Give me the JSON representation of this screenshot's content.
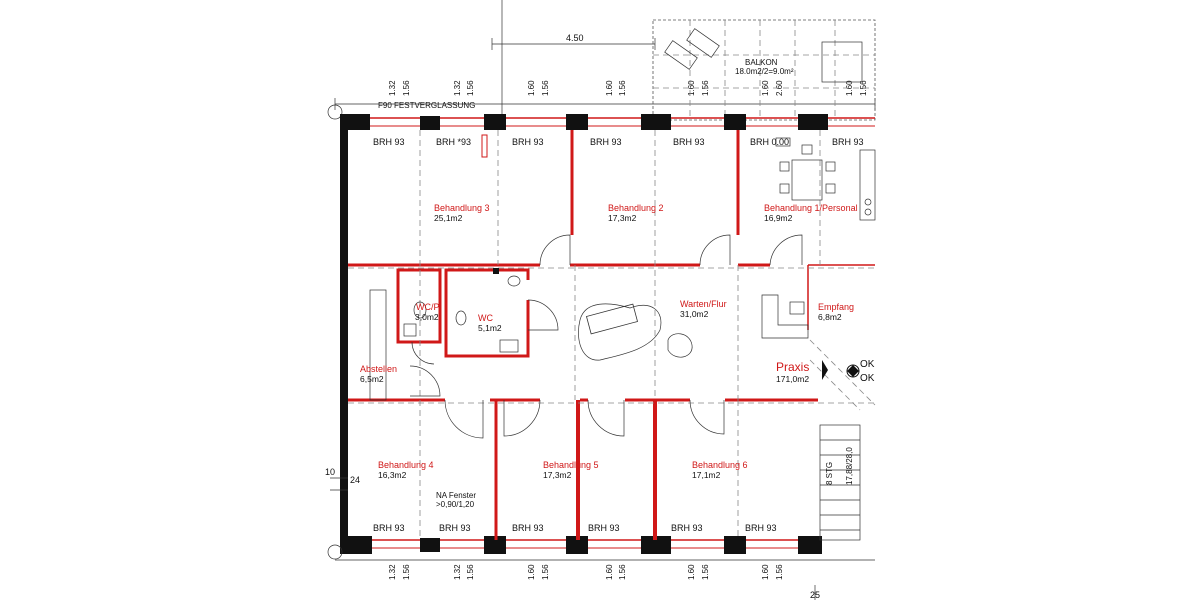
{
  "plan": {
    "praxis_label": "Praxis",
    "praxis_area": "171,0m2",
    "ok_labels": [
      "OK",
      "OK"
    ],
    "dimension_top": "4.50",
    "balcony": {
      "name": "BALKON",
      "area": "18.0m2/2=9.0m²"
    },
    "glazing_label": "F90 FESTVERGLASSUNG",
    "window_note": {
      "line1": "NA Fenster",
      "line2": ">0,90/1,20"
    },
    "stair_label": "8 STG",
    "stair_dims": "17,88/28,0",
    "edge_numbers": {
      "left": "10",
      "left_b": "24",
      "bottom": "25"
    },
    "rooms": [
      {
        "name": "Behandlung 3",
        "area": "25,1m2"
      },
      {
        "name": "Behandlung 2",
        "area": "17,3m2"
      },
      {
        "name": "Behandlung 1/Personal",
        "area": "16,9m2"
      },
      {
        "name": "WC/P",
        "area": "3,0m2"
      },
      {
        "name": "WC",
        "area": "5,1m2"
      },
      {
        "name": "Warten/Flur",
        "area": "31,0m2"
      },
      {
        "name": "Empfang",
        "area": "6,8m2"
      },
      {
        "name": "Abstellen",
        "area": "6,5m2"
      },
      {
        "name": "Behandlung 4",
        "area": "16,3m2"
      },
      {
        "name": "Behandlung 5",
        "area": "17,3m2"
      },
      {
        "name": "Behandlung 6",
        "area": "17,1m2"
      }
    ],
    "brh_top": [
      "BRH 93",
      "BRH *93",
      "BRH 93",
      "BRH 93",
      "BRH 93",
      "BRH 0.00",
      "BRH 93"
    ],
    "brh_bottom": [
      "BRH 93",
      "BRH 93",
      "BRH 93",
      "BRH 93",
      "BRH 93",
      "BRH 93"
    ],
    "dims_top": [
      "1.32",
      "1.56",
      "1.32",
      "1.56",
      "1.60",
      "1.56",
      "1.60",
      "1.56",
      "1.60",
      "1.56",
      "1.60",
      "2.60",
      "1.60",
      "1.56"
    ],
    "dims_bottom": [
      "1.32",
      "1.56",
      "1.32",
      "1.56",
      "1.60",
      "1.56",
      "1.60",
      "1.56",
      "1.60",
      "1.56",
      "1.60",
      "1.56"
    ]
  }
}
